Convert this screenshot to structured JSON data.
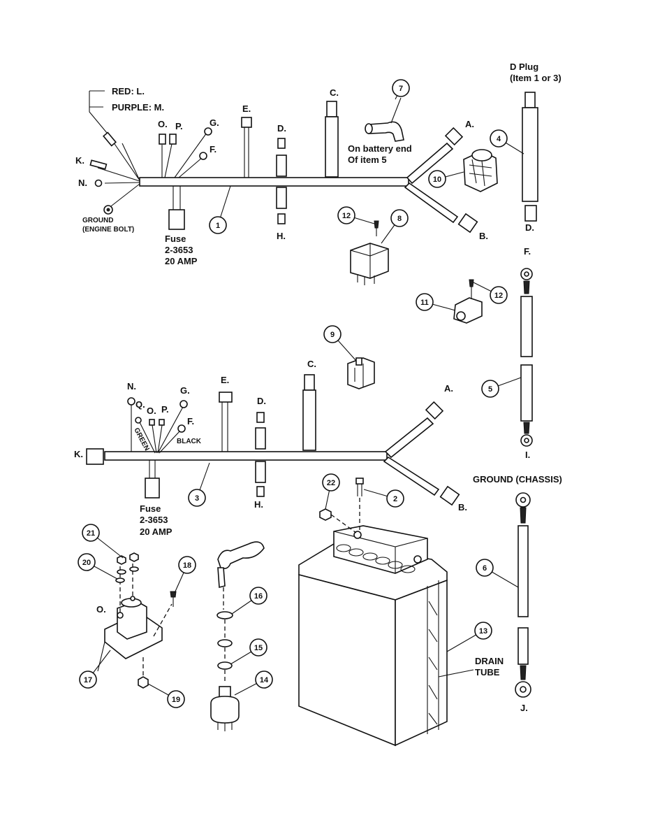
{
  "harness_top": {
    "red": "RED: L.",
    "purple": "PURPLE: M.",
    "k": "K.",
    "n": "N.",
    "o": "O.",
    "p": "P.",
    "g": "G.",
    "f": "F.",
    "e": "E.",
    "d": "D.",
    "c": "C.",
    "h": "H.",
    "a": "A.",
    "b": "B.",
    "ground_1": "GROUND",
    "ground_2": "(ENGINE BOLT)",
    "fuse_1": "Fuse",
    "fuse_2": "2-3653",
    "fuse_3": "20 AMP"
  },
  "harness_bottom": {
    "n": "N.",
    "q": "Q.",
    "o": "O.",
    "p": "P.",
    "g": "G.",
    "f": "F.",
    "e": "E.",
    "d": "D.",
    "c": "C.",
    "k": "K.",
    "h": "H.",
    "a": "A.",
    "b": "B.",
    "green": "GREEN",
    "black": "BLACK",
    "fuse_1": "Fuse",
    "fuse_2": "2-3653",
    "fuse_3": "20 AMP"
  },
  "notes": {
    "battery_end_1": "On battery end",
    "battery_end_2": "Of item 5",
    "dplug_1": "D Plug",
    "dplug_2": "(Item 1 or 3)",
    "dplug_d": "D.",
    "cable5_f": "F.",
    "cable5_i": "I.",
    "ground_chassis": "GROUND (CHASSIS)",
    "cable6_j": "J.",
    "drain_1": "DRAIN",
    "drain_2": "TUBE",
    "solenoid_o": "O."
  },
  "callouts": [
    "1",
    "2",
    "3",
    "4",
    "5",
    "6",
    "7",
    "8",
    "9",
    "10",
    "11",
    "12",
    "12",
    "13",
    "14",
    "15",
    "16",
    "17",
    "18",
    "19",
    "20",
    "21",
    "22"
  ]
}
